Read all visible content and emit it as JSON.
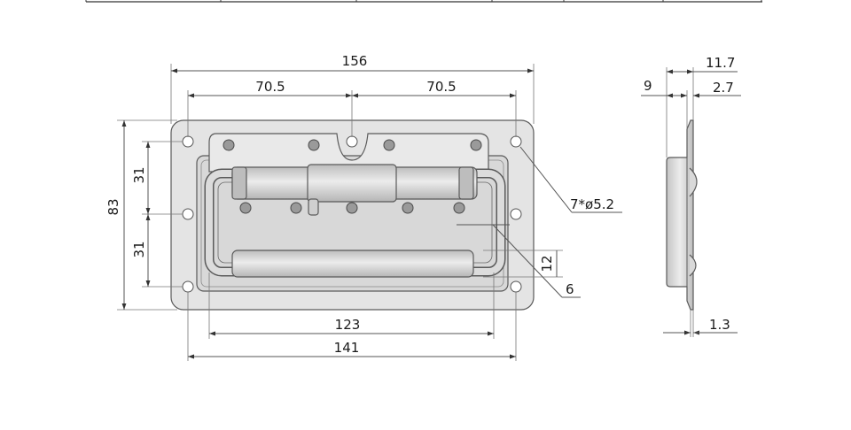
{
  "dimensions": {
    "overall_width": "156",
    "left_half": "70.5",
    "right_half": "70.5",
    "overall_height": "83",
    "upper_pitch": "31",
    "lower_pitch": "31",
    "hole_callout": "7*ø5.2",
    "handle_offset": "12",
    "handle_bar": "6",
    "inner_length": "123",
    "hole_spacing": "141",
    "side_flange": "9",
    "side_depth": "11.7",
    "side_lip": "2.7",
    "side_thickness": "1.3"
  },
  "colors": {
    "plate": "#e4e4e4",
    "recess": "#d6d6d6",
    "handle": "#cfcfcf",
    "edge": "#5a5a5a"
  }
}
